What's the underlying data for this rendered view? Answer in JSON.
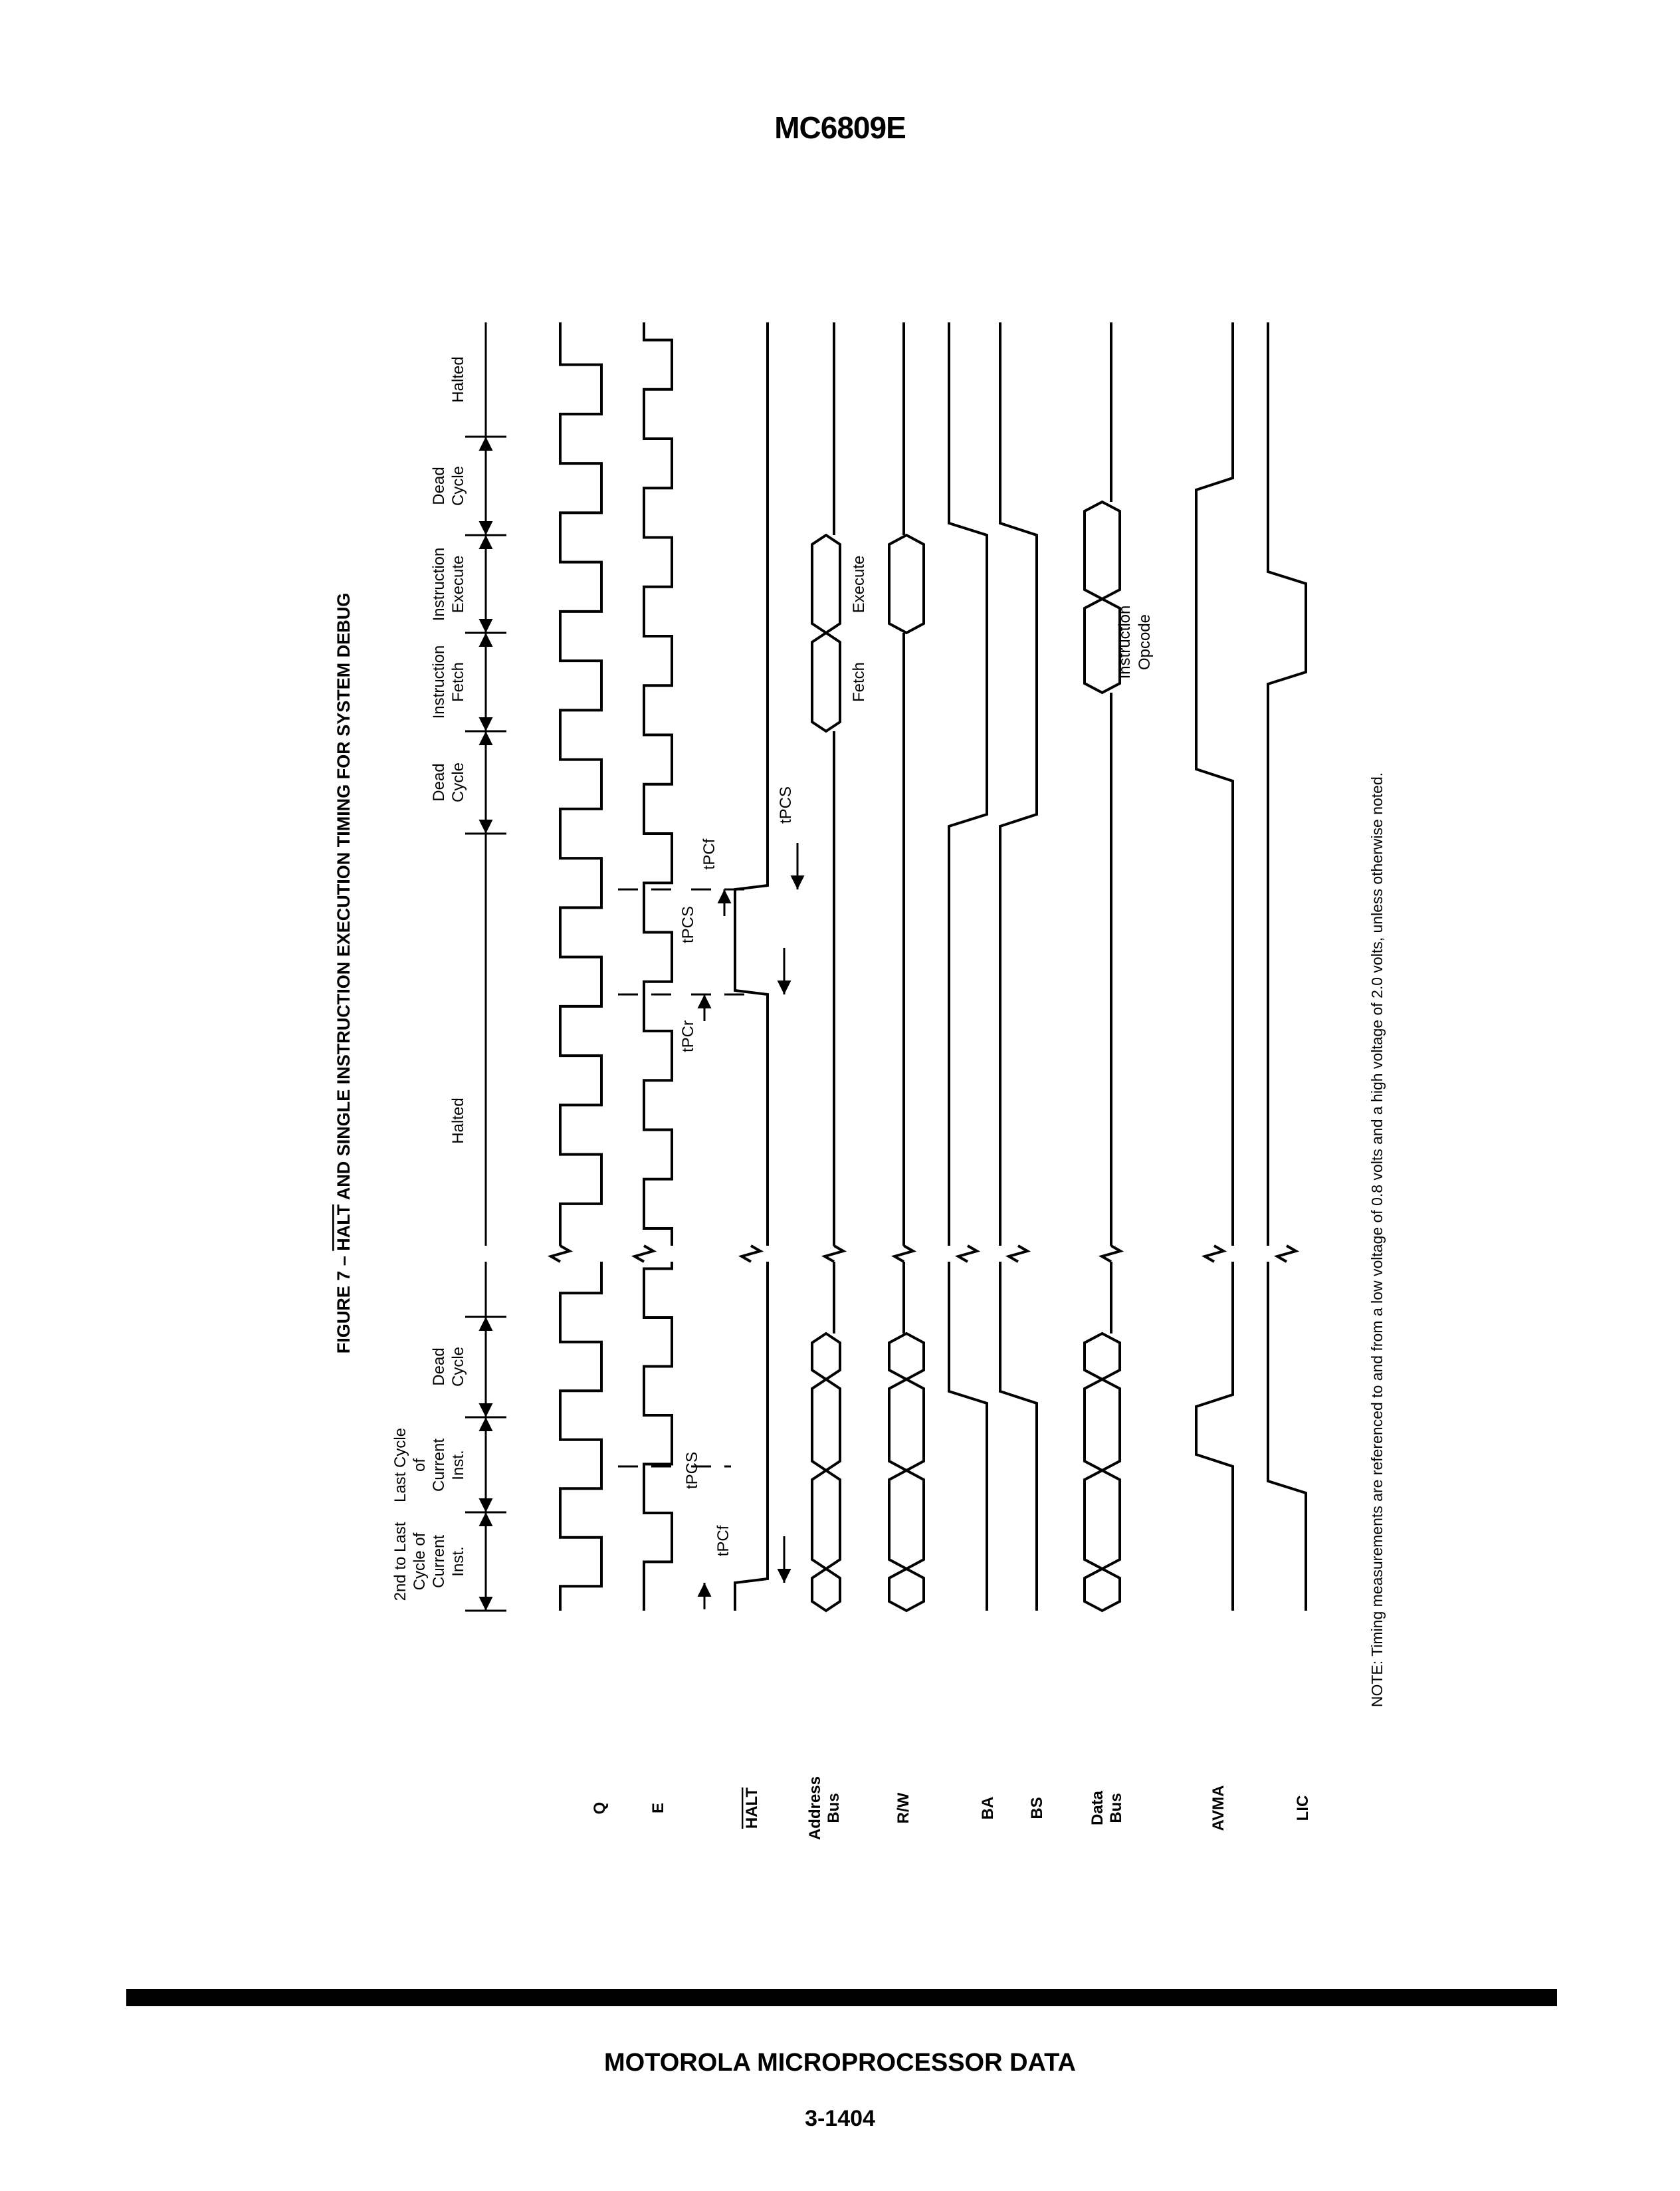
{
  "header": "MC6809E",
  "footer": "MOTOROLA MICROPROCESSOR DATA",
  "page_number": "3-1404",
  "figure": {
    "title_prefix": "FIGURE 7 – ",
    "title_halt": "HALT",
    "title_rest": " AND SINGLE INSTRUCTION EXECUTION TIMING FOR SYSTEM DEBUG",
    "phases": [
      {
        "lines": [
          "2nd to Last",
          "Cycle of",
          "Current",
          "Inst."
        ]
      },
      {
        "lines": [
          "Last Cycle",
          "of",
          "Current",
          "Inst."
        ]
      },
      {
        "lines": [
          "Dead",
          "Cycle"
        ]
      },
      {
        "lines": [
          "Halted"
        ]
      },
      {
        "lines": [
          "Dead",
          "Cycle"
        ]
      },
      {
        "lines": [
          "Instruction",
          "Fetch"
        ]
      },
      {
        "lines": [
          "Instruction",
          "Execute"
        ]
      },
      {
        "lines": [
          "Dead",
          "Cycle"
        ]
      },
      {
        "lines": [
          "Halted"
        ]
      }
    ],
    "signals": [
      {
        "lines": [
          "Q"
        ]
      },
      {
        "lines": [
          "E"
        ]
      },
      {
        "lines": [
          "HALT"
        ],
        "overbar": true
      },
      {
        "lines": [
          "Address",
          "Bus"
        ]
      },
      {
        "lines": [
          "R/W"
        ]
      },
      {
        "lines": [
          "BA"
        ]
      },
      {
        "lines": [
          "BS"
        ]
      },
      {
        "lines": [
          "Data",
          "Bus"
        ]
      },
      {
        "lines": [
          "AVMA"
        ]
      },
      {
        "lines": [
          "LIC"
        ]
      }
    ],
    "bus_labels": {
      "fetch": "Fetch",
      "execute": "Execute",
      "opcode_1": "Instruction",
      "opcode_2": "Opcode"
    },
    "timing": {
      "tpcs": "tPCS",
      "tpcf": "tPCf",
      "tpcr": "tPCr"
    },
    "note": "NOTE: Timing measurements are referenced to and from a low voltage of 0.8 volts and a high voltage of 2.0 volts, unless otherwise noted."
  }
}
